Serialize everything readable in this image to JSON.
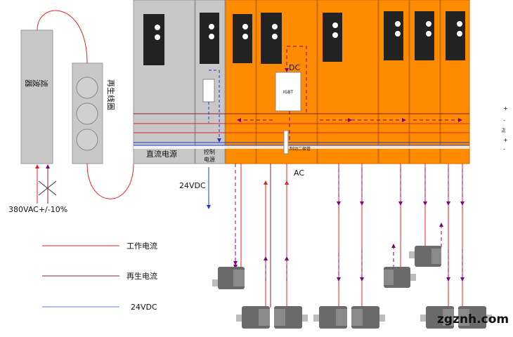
{
  "labels": {
    "filter": "滤波器",
    "regen_coil": "再生线圈",
    "dc_power": "直流电源",
    "control_power_line1": "控制",
    "control_power_line2": "电源",
    "igbt": "IGBT",
    "dc": "DC",
    "ac": "AC",
    "brake": "制动二极管",
    "v24": "24VDC",
    "supply": "380VAC+/-10%",
    "bus_plus_top": "+",
    "bus_minus_top": "-",
    "bus_pe": "PE",
    "bus_plus_bot": "+",
    "bus_minus_bot": "-",
    "watermark": "zgznh.com"
  },
  "legend": [
    {
      "label": "工作电流",
      "color": "#e8202a"
    },
    {
      "label": "再生电流",
      "color": "#8a1c3a"
    },
    {
      "label": "24VDC",
      "color": "#5b7fe0"
    }
  ],
  "colors": {
    "module_gray": "#c8c8c8",
    "module_orange": "#ff8c00",
    "work_current": "#e8202a",
    "regen_current": "#8a1c3a",
    "dc24": "#1a3ccc",
    "arrow_purple": "#800080"
  }
}
